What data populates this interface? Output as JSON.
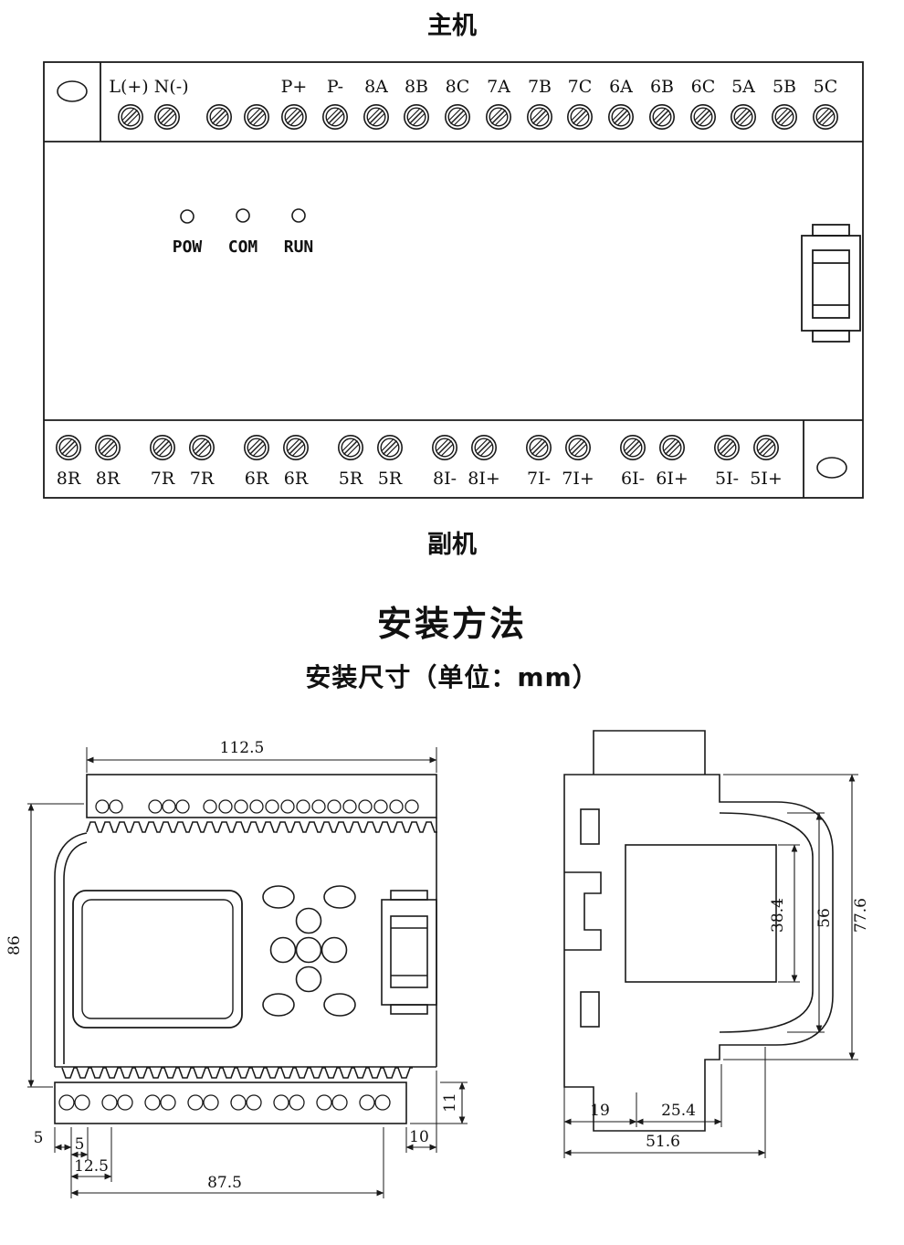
{
  "page": {
    "background": "#ffffff",
    "line_color": "#1a1a1a"
  },
  "titles": {
    "main_unit": "主机",
    "sub_unit": "副机",
    "install_method": "安装方法",
    "install_dims": "安装尺寸（单位：mm）"
  },
  "device": {
    "top_terminals": [
      "L(+) N(-)",
      "P+",
      "P-",
      "8A",
      "8B",
      "8C",
      "7A",
      "7B",
      "7C",
      "6A",
      "6B",
      "6C",
      "5A",
      "5B",
      "5C"
    ],
    "status_leds": [
      "POW",
      "COM",
      "RUN"
    ],
    "bottom_terminals": [
      "8R",
      "8R",
      "7R",
      "7R",
      "6R",
      "6R",
      "5R",
      "5R",
      "8I-",
      "8I+",
      "7I-",
      "7I+",
      "6I-",
      "6I+",
      "5I-",
      "5I+"
    ]
  },
  "front_view": {
    "dim_width": "112.5",
    "dim_height": "86",
    "dim_left_margin": "5",
    "dim_hole_offset": "5",
    "dim_second_hole": "12.5",
    "dim_hole_span": "87.5",
    "dim_right_margin": "10",
    "dim_rail_strip": "11"
  },
  "side_view": {
    "dim_total_height": "77.6",
    "dim_body_height": "56",
    "dim_inner_height": "38.4",
    "dim_back_depth": "19",
    "dim_front_depth": "25.4",
    "dim_total_depth": "51.6"
  }
}
